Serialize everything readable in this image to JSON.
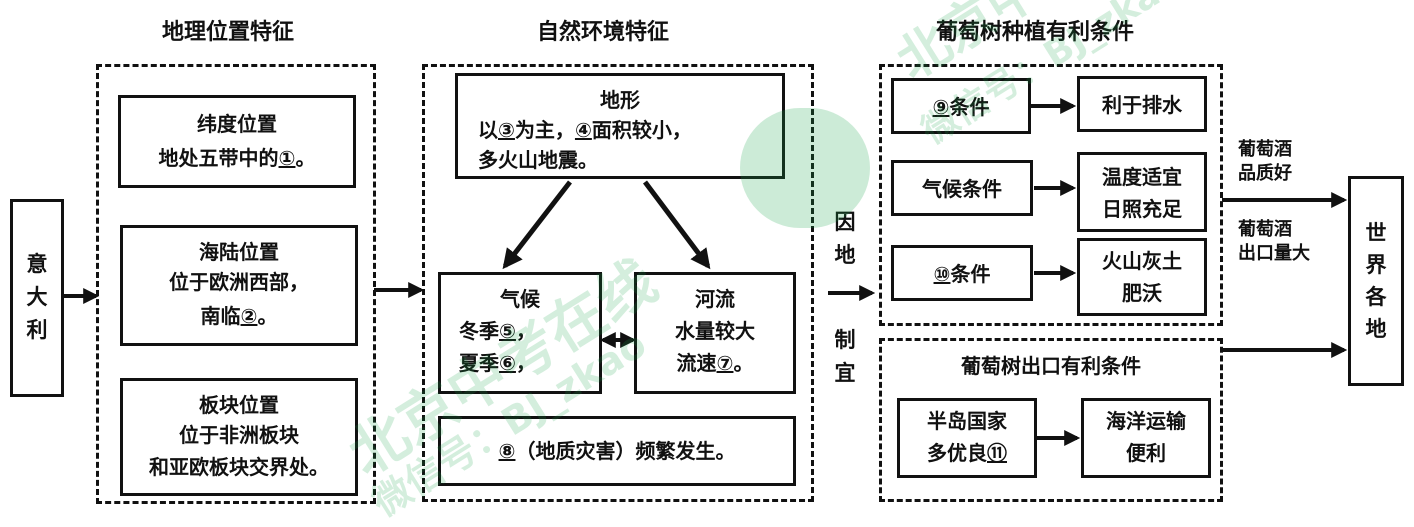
{
  "headings": {
    "geo": "地理位置特征",
    "nature": "自然环境特征",
    "grape": "葡萄树种植有利条件"
  },
  "italy": "意大利",
  "world": "世界各地",
  "latitude": {
    "title": "纬度位置",
    "line1_pre": "地处五带中的",
    "blank": "①",
    "line1_post": "。"
  },
  "sea_land": {
    "title": "海陆位置",
    "line1": "位于欧洲西部，",
    "line2_pre": "南临",
    "blank": "②",
    "line2_post": "。"
  },
  "plate": {
    "title": "板块位置",
    "line1": "位于非洲板块",
    "line2": "和亚欧板块交界处。"
  },
  "terrain": {
    "title": "地形",
    "pre": "以",
    "b3": "③",
    "mid": "为主，",
    "b4": "④",
    "post": "面积较小，",
    "line2": "多火山地震。"
  },
  "climate": {
    "title": "气候",
    "winter_pre": "冬季",
    "b5": "⑤",
    "winter_post": "，",
    "summer_pre": "夏季",
    "b6": "⑥",
    "summer_post": "，"
  },
  "river": {
    "title": "河流",
    "line1": "水量较大",
    "line2_pre": "流速",
    "b7": "⑦",
    "line2_post": "。"
  },
  "hazard": {
    "b8": "⑧",
    "text": "（地质灾害）频繁发生。"
  },
  "middle_label": {
    "top": "因地",
    "bottom": "制宜"
  },
  "cond9": {
    "b9": "⑨",
    "label": "条件"
  },
  "drain": "利于排水",
  "climate_cond": "气候条件",
  "temp": {
    "line1": "温度适宜",
    "line2": "日照充足"
  },
  "cond10": {
    "b10": "⑩",
    "label": "条件"
  },
  "soil": {
    "line1": "火山灰土",
    "line2": "肥沃"
  },
  "wine_quality": {
    "line1": "葡萄酒",
    "line2": "品质好"
  },
  "wine_export": {
    "line1": "葡萄酒",
    "line2": "出口量大"
  },
  "export_title": "葡萄树出口有利条件",
  "peninsula": {
    "line1": "半岛国家",
    "line2_pre": "多优良",
    "b11": "⑪"
  },
  "shipping": {
    "line1": "海洋运输",
    "line2": "便利"
  },
  "watermark": {
    "text1": "北京中考在线",
    "text2": "微信号：BJ_zkao"
  }
}
